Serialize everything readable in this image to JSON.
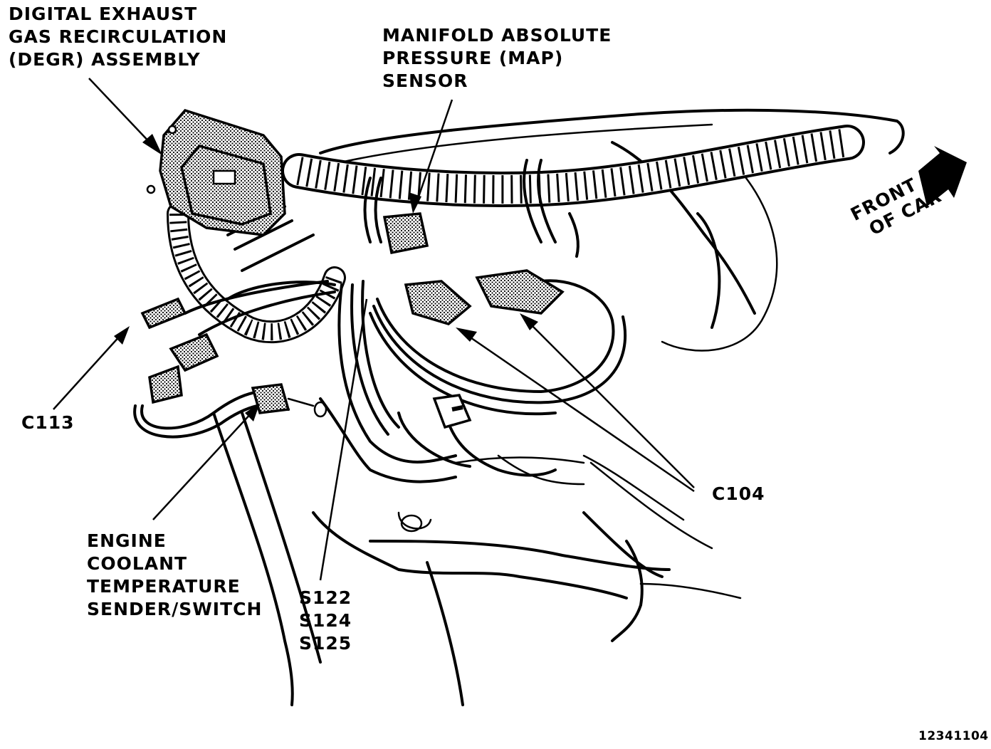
{
  "labels": {
    "degr": [
      "DIGITAL EXHAUST",
      "GAS RECIRCULATION",
      "(DEGR) ASSEMBLY"
    ],
    "map": [
      "MANIFOLD ABSOLUTE",
      "PRESSURE (MAP)",
      "SENSOR"
    ],
    "front": [
      "FRONT",
      "OF CAR"
    ],
    "c113": "C113",
    "c104": "C104",
    "ect": [
      "ENGINE",
      "COOLANT",
      "TEMPERATURE",
      "SENDER/SWITCH"
    ],
    "splices": [
      "S122",
      "S124",
      "S125"
    ],
    "figure_id": "12341104"
  }
}
